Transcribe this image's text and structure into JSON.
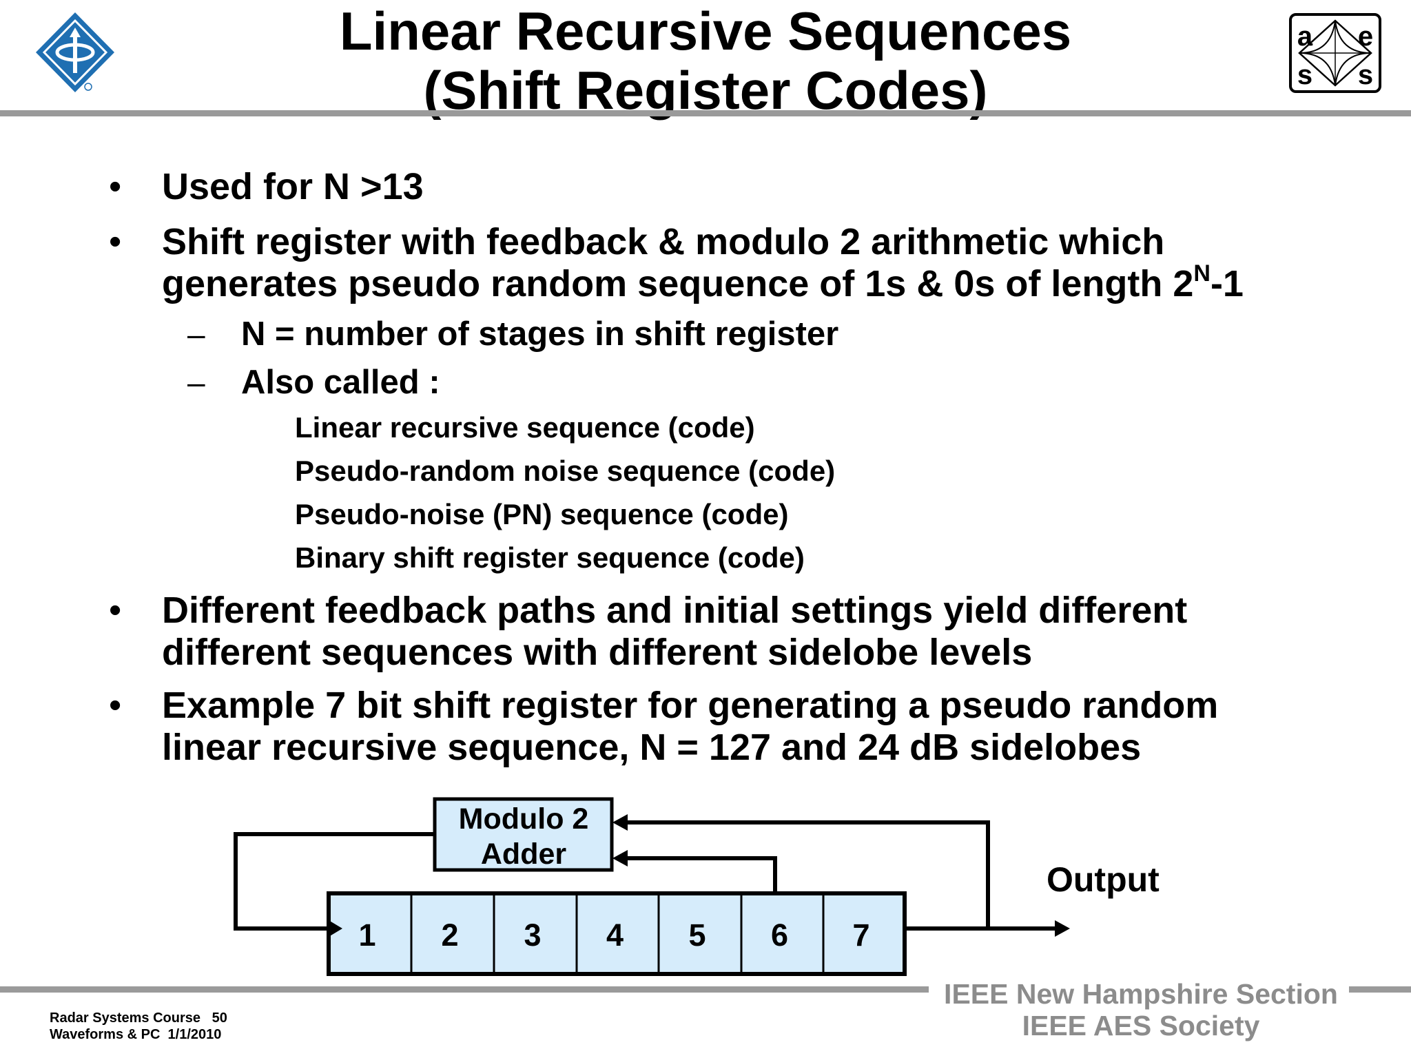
{
  "header": {
    "title_line1": "Linear Recursive Sequences",
    "title_line2": "(Shift Register Codes)",
    "logo_left": "ieee-logo",
    "logo_right_letters": [
      "a",
      "e",
      "s",
      "s"
    ]
  },
  "bullets": {
    "b1": "Used for N >13",
    "b2_line1": "Shift register with feedback & modulo 2 arithmetic which",
    "b2_line2_pre": "generates pseudo random sequence of 1s & 0s of length 2",
    "b2_sup": "N",
    "b2_line2_post": "-1",
    "sub1": "N = number of stages in shift register",
    "sub2": "Also called :",
    "aliases": [
      "Linear recursive sequence (code)",
      "Pseudo-random noise sequence (code)",
      "Pseudo-noise (PN) sequence (code)",
      "Binary shift register sequence (code)"
    ],
    "b3_line1": "Different feedback paths and initial settings yield different",
    "b3_line2": "different sequences with different sidelobe levels",
    "b4_line1": "Example 7 bit shift register for generating a pseudo random",
    "b4_line2": "linear recursive sequence, N = 127 and 24 dB sidelobes"
  },
  "bullet_symbol": "•",
  "dash_symbol": "–",
  "diagram": {
    "adder_line1": "Modulo 2",
    "adder_line2": "Adder",
    "cells": [
      "1",
      "2",
      "3",
      "4",
      "5",
      "6",
      "7"
    ],
    "output_label": "Output",
    "fill_color": "#d6ecfb",
    "stroke_color": "#000000"
  },
  "footer": {
    "course": "Radar Systems Course",
    "page": "50",
    "module_date": "Waveforms & PC  1/1/2010",
    "org1": "IEEE New Hampshire Section",
    "org2": "IEEE AES Society"
  }
}
